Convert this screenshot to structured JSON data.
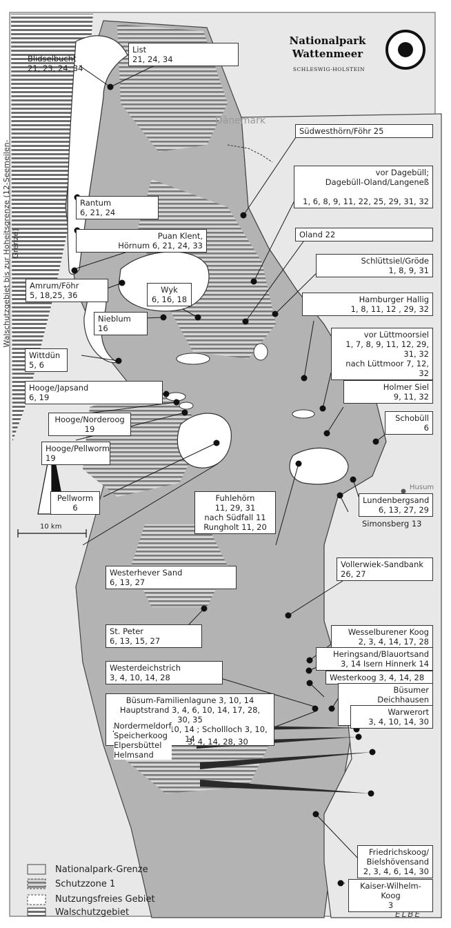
{
  "brand": {
    "title": "Nationalpark\nWattenmeer",
    "subtitle": "SCHLESWIG-HOLSTEIN"
  },
  "places": {
    "denmark": "Dänemark",
    "husum": "Husum",
    "elbe": "ELBE"
  },
  "side_label": "Walschutzgebiet bis zur Hoheitsgrenze (12-Seemeilen-Grenze)",
  "scale": "10 km",
  "legend": [
    {
      "label": "Nationalpark-Grenze"
    },
    {
      "label": "Schutzzone 1"
    },
    {
      "label": "Nutzungsfreies Gebiet"
    },
    {
      "label": "Walschutzgebiet"
    }
  ],
  "labels": {
    "list": "List\n21, 24, 34",
    "blidselbucht": "Blidselbucht\n21, 23, 24, 34",
    "rantum": "Rantum\n6, 21, 24",
    "puan_klent": "Puan Klent,\nHörnum 6, 21, 24, 33",
    "amrum_foehr": "Amrum/Föhr\n5, 18,25, 36",
    "wyk": "Wyk\n6, 16, 18",
    "nieblum": "Nieblum 16",
    "wittduen": "Wittdün\n5, 6",
    "hooge_japsand": "Hooge/Japsand\n6, 19",
    "hooge_norderoog": "Hooge/Norderoog\n19",
    "hooge_pellworm": "Hooge/Pellworm\n19",
    "pellworm": "Pellworm\n6",
    "suedwesthoern": "Südwesthörn/Föhr 25",
    "dagebuell": "vor Dagebüll;\nDagebüll-Oland/Langeneß\n\n1, 6, 8, 9, 11, 22, 25, 29, 31, 32",
    "oland": "Oland   22",
    "schluettsiel": "Schlüttsiel/Gröde\n1, 8, 9, 31",
    "hamburger_hallig": "Hamburger Hallig\n1, 8, 11, 12 , 29, 32",
    "luettmoorsiel": "vor Lüttmoorsiel\n1, 7, 8, 9, 11, 12, 29, 31, 32\nnach Lüttmoor 7, 12, 32",
    "holmer_siel": "Holmer Siel\n9, 11, 32",
    "schobuell": "Schobüll\n6",
    "fuhlehoern": "Fuhlehörn\n11, 29, 31\nnach Südfall  11\nRungholt 11, 20",
    "lundenbergsand": "Lundenbergsand\n6, 13, 27, 29",
    "simonsberg": "Simonsberg  13",
    "westerhever": "Westerhever Sand\n6, 13, 27",
    "vollerwiek": "Vollerwiek-Sandbank\n26, 27",
    "st_peter": "St. Peter\n6, 13, 15, 27",
    "wesselburener": "Wesselburener Koog\n2, 3, 4, 14, 17, 28",
    "heringsand": "Heringsand/Blauortsand\n3, 14        Isern Hinnerk 14",
    "westerdeichstrich": "Westerdeichstrich\n3, 4, 10, 14, 28",
    "westerkoog": "Westerkoog  3, 4, 14, 28",
    "buesum": "Büsum-Familienlagune 3, 10, 14\nHauptstrand  3, 4, 6, 10, 14, 17, 28,\n30, 35\nzu Ossengoot 10, 14 ; Schollloch 3, 10, 14",
    "buesumer_deichhausen": "Büsumer Deichhausen\n3, 4, 10, 14, 17, 28, 30",
    "warwerort": "Warwerort\n3, 4, 10, 14, 30",
    "nordermeldorf": "Nordermeldorf\nSpeicherkoog\nElpersbüttel\nHelmsand",
    "nordermeldorf_nums": "3, 4, 14, 28, 30",
    "friedrichskoog": "Friedrichskoog/\nBielshövensand\n2, 3, 4, 6, 14, 30",
    "kaiser_wilhelm": "Kaiser-Wilhelm-Koog\n3"
  },
  "colors": {
    "water": "#e8e8e8",
    "land": "#ffffff",
    "park": "#b3b3b3",
    "stripe": "#7a7a7a",
    "line": "#1a1a1a"
  }
}
